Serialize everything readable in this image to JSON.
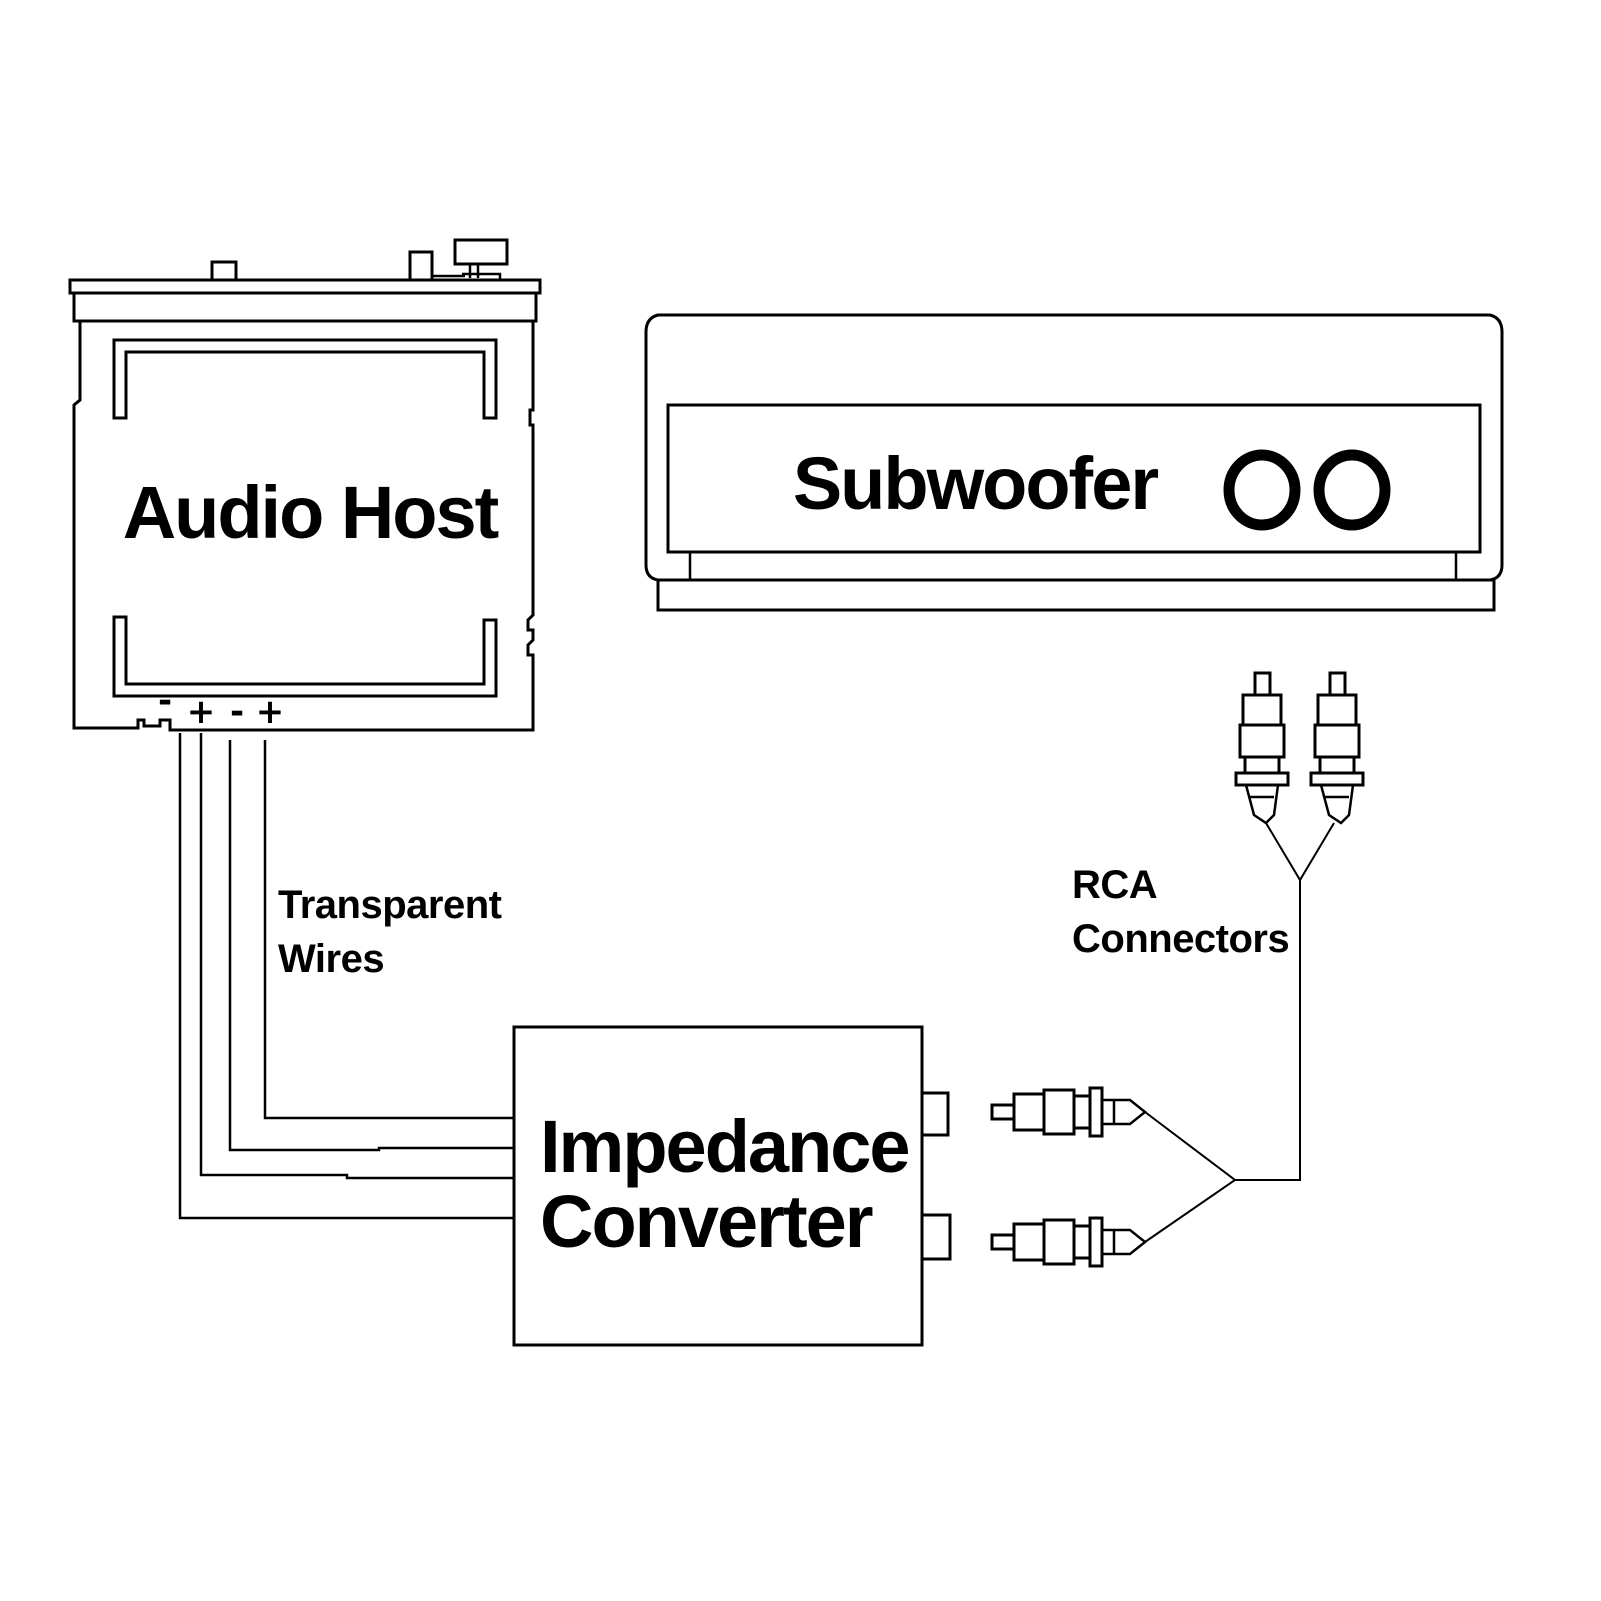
{
  "diagram": {
    "title": "Audio Host to Subwoofer via Impedance Converter",
    "colors": {
      "line": "#000000",
      "background": "#ffffff"
    },
    "components": {
      "audio_host": {
        "label": "Audio Host",
        "terminals": [
          "-",
          "+",
          "-",
          "+"
        ]
      },
      "subwoofer": {
        "label": "Subwoofer",
        "inputs": 2
      },
      "impedance_converter": {
        "label_line1": "Impedance",
        "label_line2": "Converter",
        "outputs": 2
      }
    },
    "annotations": {
      "wires_line1": "Transparent",
      "wires_line2": "Wires",
      "rca_line1": "RCA",
      "rca_line2": "Connectors"
    },
    "connections": [
      {
        "from": "audio_host",
        "to": "impedance_converter",
        "via": "Transparent Wires",
        "count": 4
      },
      {
        "from": "impedance_converter",
        "to": "subwoofer",
        "via": "RCA Connectors",
        "count": 2
      }
    ]
  }
}
